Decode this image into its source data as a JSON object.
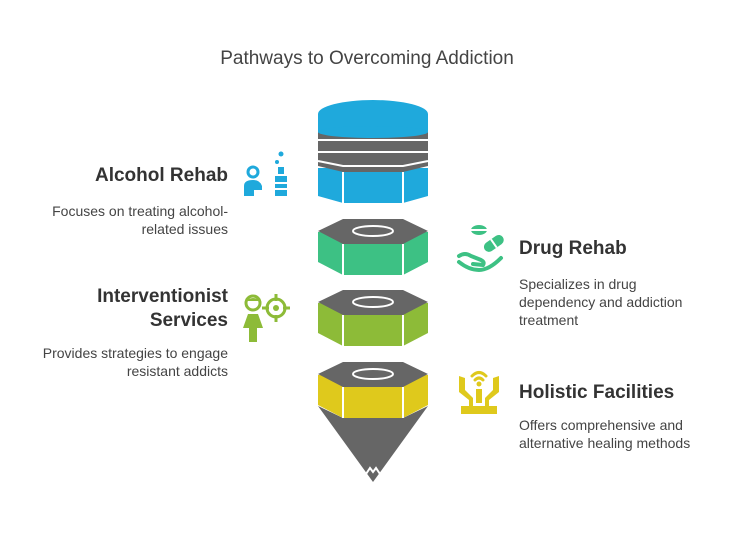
{
  "title": "Pathways to Overcoming Addiction",
  "colors": {
    "blue": "#1fa9dc",
    "green": "#3dc184",
    "olive": "#8dbb38",
    "yellow": "#dfc91c",
    "gray": "#666666"
  },
  "items": [
    {
      "title": "Alcohol Rehab",
      "description": [
        "Focuses on treating alcohol-",
        "related issues"
      ],
      "icon": "person-bottle-icon",
      "color": "#1fa9dc"
    },
    {
      "title": "Drug Rehab",
      "description": [
        "Specializes in drug",
        "dependency and addiction",
        "treatment"
      ],
      "icon": "hand-pill-icon",
      "color": "#3dc184"
    },
    {
      "title": [
        "Interventionist",
        "Services"
      ],
      "description": [
        "Provides strategies to engage",
        "resistant addicts"
      ],
      "icon": "person-target-icon",
      "color": "#8dbb38"
    },
    {
      "title": "Holistic Facilities",
      "description": [
        "Offers comprehensive and",
        "alternative healing methods"
      ],
      "icon": "wellness-icon",
      "color": "#dfc91c"
    }
  ]
}
